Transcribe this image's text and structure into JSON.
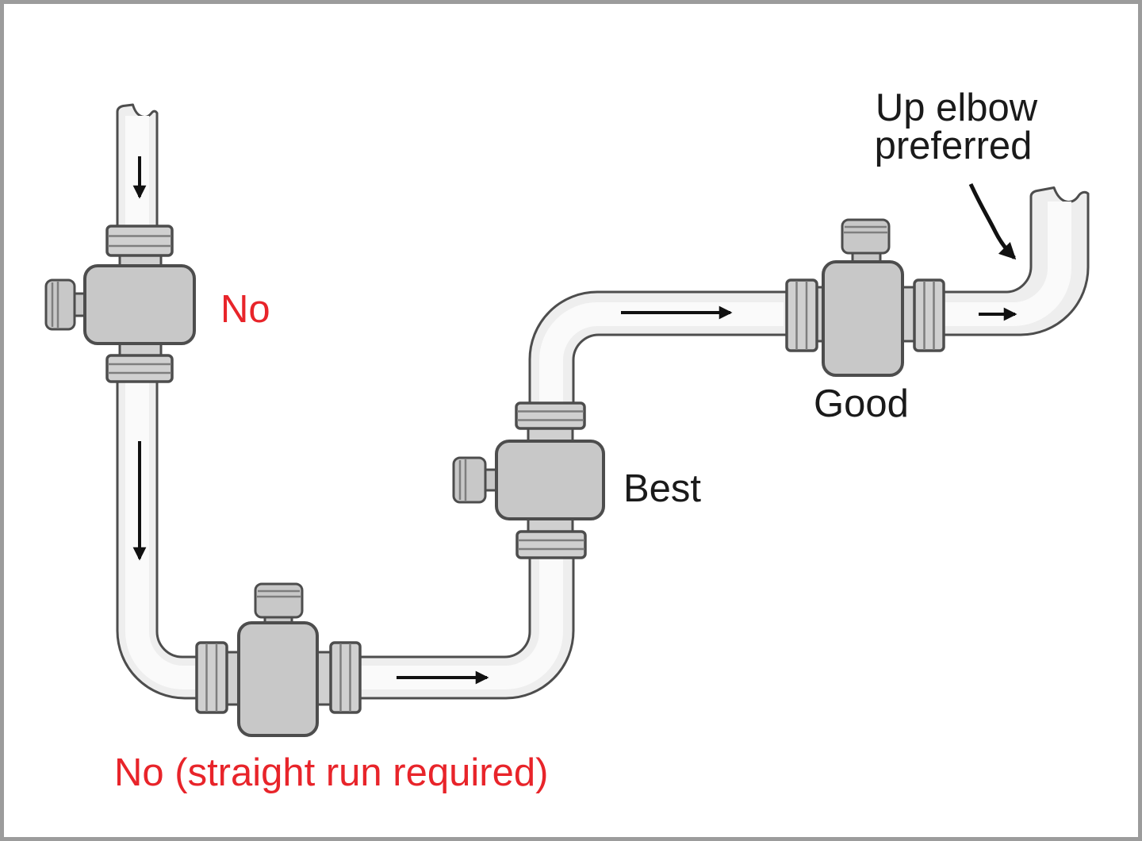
{
  "labels": {
    "no": "No",
    "best": "Best",
    "good": "Good",
    "up_elbow": {
      "line1": "Up elbow",
      "line2": "preferred"
    },
    "no_straight_run": "No (straight run required)"
  },
  "meters": [
    {
      "rating": "No",
      "orientation": "vertical-pipe",
      "flow": "down",
      "note": "meter in vertical down-flow line"
    },
    {
      "rating": "No (straight run required)",
      "orientation": "horizontal-pipe",
      "flow": "right",
      "note": "meter directly after elbow"
    },
    {
      "rating": "Best",
      "orientation": "vertical-pipe",
      "flow": "up",
      "note": "meter in vertical up-flow line"
    },
    {
      "rating": "Good",
      "orientation": "horizontal-pipe",
      "flow": "right",
      "note": "meter in horizontal run, up elbow downstream"
    }
  ],
  "colors": {
    "background": "#ffffff",
    "border": "#9c9c9c",
    "outline": "#4d4d4d",
    "pipe_fill": "#eeeeee",
    "pipe_highlight": "#fafafa",
    "meter_body": "#c8c8c8",
    "flange_fill": "#d0d0d0",
    "flange_stripe": "#7e7e7e",
    "arrow": "#111111",
    "label_black": "#1a1a1a",
    "label_red": "#e8242a"
  }
}
